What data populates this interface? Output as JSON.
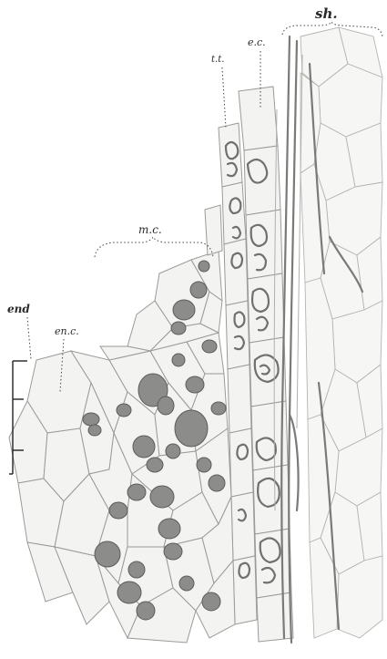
{
  "figure": {
    "labels": {
      "sheath": "sh.",
      "epidermal_cells": "e.c.",
      "tt": "t.t.",
      "mycorrhizal_cells": "m.c.",
      "endodermis": "end",
      "endodermal_cells": "en.c."
    }
  }
}
